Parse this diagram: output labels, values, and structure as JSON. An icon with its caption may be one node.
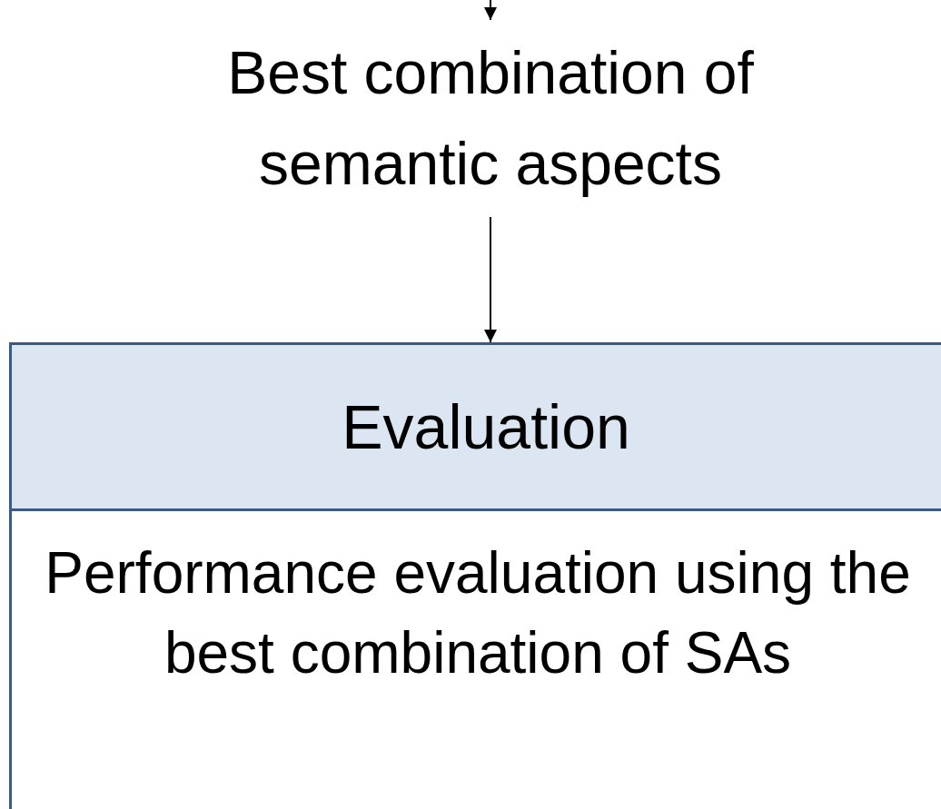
{
  "diagram": {
    "nodes": [
      {
        "text": [
          "Best combination of semantic aspects"
        ]
      },
      {
        "text": [
          "Evaluation",
          "Performance evaluation using the best combination of SAs"
        ]
      }
    ],
    "edges": [
      {
        "from": null,
        "to": 0,
        "arrow": "to"
      },
      {
        "from": 0,
        "to": 1,
        "arrow": "to"
      }
    ]
  }
}
